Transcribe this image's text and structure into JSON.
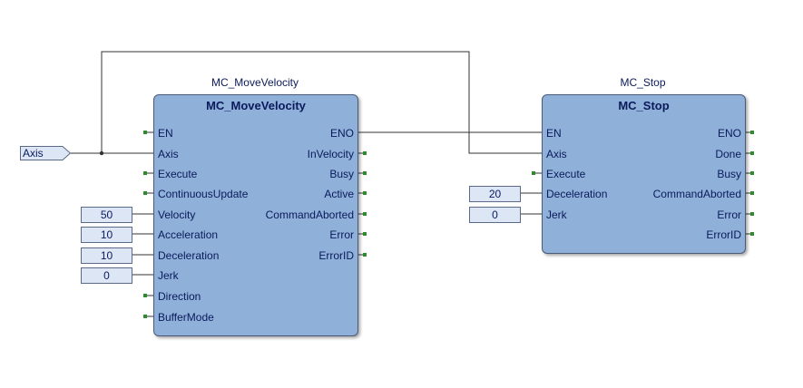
{
  "variable_tag": "Axis",
  "block1": {
    "instance": "MC_MoveVelocity",
    "type": "MC_MoveVelocity",
    "inputs": [
      "EN",
      "Axis",
      "Execute",
      "ContinuousUpdate",
      "Velocity",
      "Acceleration",
      "Deceleration",
      "Jerk",
      "Direction",
      "BufferMode"
    ],
    "outputs": [
      "ENO",
      "InVelocity",
      "Busy",
      "Active",
      "CommandAborted",
      "Error",
      "ErrorID"
    ],
    "values": {
      "velocity": "50",
      "acceleration": "10",
      "deceleration": "10",
      "jerk": "0"
    }
  },
  "block2": {
    "instance": "MC_Stop",
    "type": "MC_Stop",
    "inputs": [
      "EN",
      "Axis",
      "Execute",
      "Deceleration",
      "Jerk"
    ],
    "outputs": [
      "ENO",
      "Done",
      "Busy",
      "CommandAborted",
      "Error",
      "ErrorID"
    ],
    "values": {
      "deceleration": "20",
      "jerk": "0"
    }
  },
  "colors": {
    "block_fill": "#8fb0d8",
    "value_fill": "#dde6f5",
    "pin_marker": "#2e8b2e",
    "text": "#0a1a5c"
  }
}
